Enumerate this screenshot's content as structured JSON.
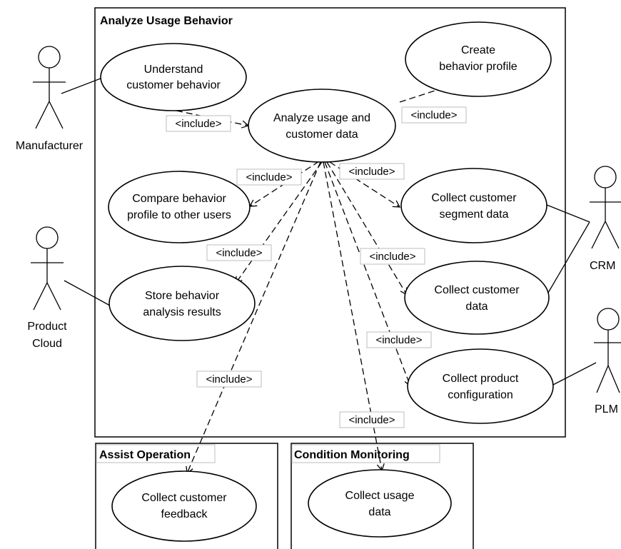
{
  "packages": {
    "analyze": "Analyze Usage Behavior",
    "assist": "Assist Operation",
    "condition": "Condition Monitoring"
  },
  "use_cases": {
    "understand": [
      "Understand",
      "customer behavior"
    ],
    "create_profile": [
      "Create",
      "behavior profile"
    ],
    "analyze_data": [
      "Analyze usage and",
      "customer data"
    ],
    "compare": [
      "Compare behavior",
      "profile to other users"
    ],
    "segment": [
      "Collect customer",
      "segment data"
    ],
    "store": [
      "Store behavior",
      "analysis results"
    ],
    "customer_data": [
      "Collect customer",
      "data"
    ],
    "product_config": [
      "Collect product",
      "configuration"
    ],
    "feedback": [
      "Collect customer",
      "feedback"
    ],
    "usage": [
      "Collect usage",
      "data"
    ]
  },
  "actors": {
    "manufacturer": "Manufacturer",
    "product_cloud": [
      "Product",
      "Cloud"
    ],
    "crm": "CRM",
    "plm": "PLM"
  },
  "include_label": "<include>"
}
